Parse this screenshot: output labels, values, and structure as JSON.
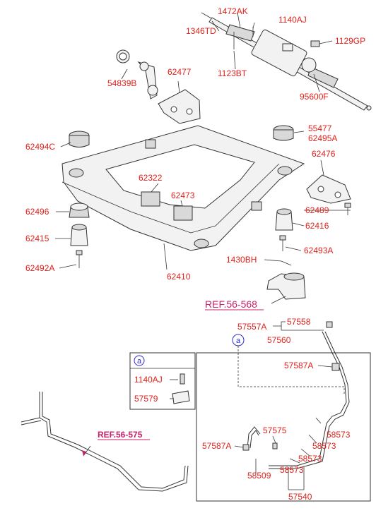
{
  "labels": {
    "l1472AK": "1472AK",
    "l1346TD": "1346TD",
    "l1140AJ_top": "1140AJ",
    "l1129GP": "1129GP",
    "l1123BT": "1123BT",
    "l95600F": "95600F",
    "l54839B": "54839B",
    "l62477": "62477",
    "l62494C": "62494C",
    "l55477": "55477",
    "l62495A": "62495A",
    "l62476": "62476",
    "l62322": "62322",
    "l62473": "62473",
    "l62496": "62496",
    "l62489": "62489",
    "l62415": "62415",
    "l62416": "62416",
    "l62492A": "62492A",
    "l62493A": "62493A",
    "l62410": "62410",
    "l1430BH": "1430BH",
    "ref56568": "REF.56-568",
    "l57557A": "57557A",
    "l57558": "57558",
    "l57560": "57560",
    "l57587A_r": "57587A",
    "inset_a": "a",
    "inset_1140AJ": "1140AJ",
    "inset_57579": "57579",
    "ref56575": "REF.56-575",
    "l57575": "57575",
    "l57587A_l": "57587A",
    "l58573_1": "58573",
    "l58573_2": "58573",
    "l58573_3": "58573",
    "l58573_4": "58573",
    "l58509": "58509",
    "l57540": "57540",
    "callout_a": "a"
  },
  "colors": {
    "label": "#e0221c",
    "ref": "#c8206a",
    "callout": "#2a2ad0"
  }
}
